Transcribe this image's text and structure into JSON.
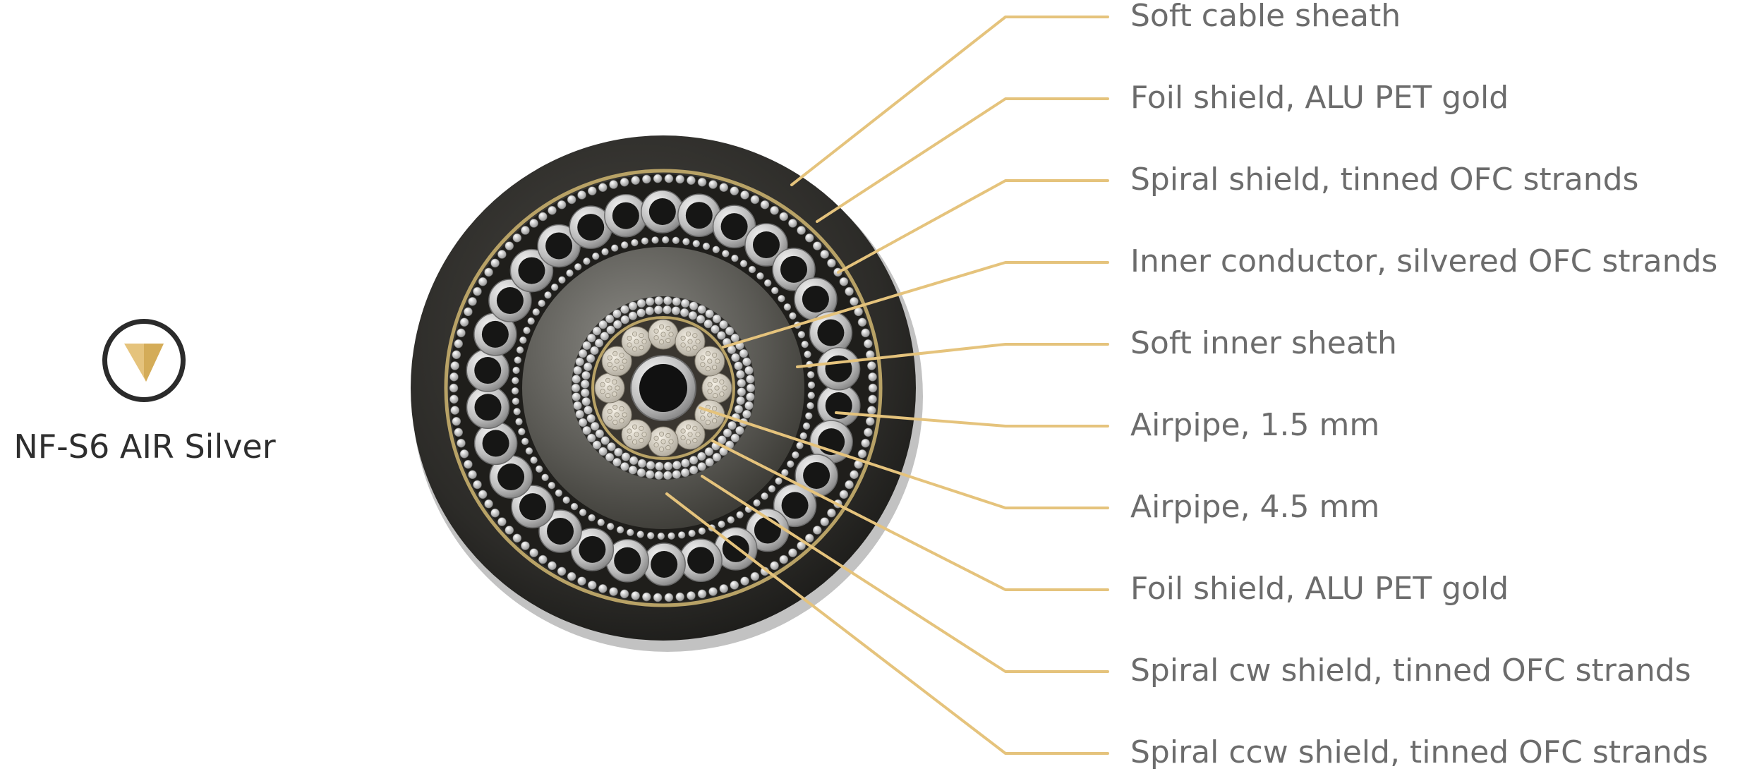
{
  "product_name": "NF-S6 AIR Silver",
  "logo_icon": "v-chevron-brand-icon",
  "colors": {
    "leader_line": "#E5C37C",
    "label_text": "#6c6c6c",
    "product_text": "#2e2e2e",
    "outer_sheath": "#2a2926",
    "foil_gold": "#b8a266",
    "airpipe_silver": "#c9c9c9",
    "core": "#111111"
  },
  "labels": [
    "Soft cable sheath",
    "Foil shield, ALU PET gold",
    "Spiral shield, tinned OFC strands",
    "Inner conductor, silvered OFC strands",
    "Soft inner sheath",
    "Airpipe, 1.5 mm",
    "Airpipe, 4.5 mm",
    "Foil shield, ALU PET gold",
    "Spiral cw shield, tinned OFC strands",
    "Spiral ccw shield, tinned OFC strands"
  ]
}
